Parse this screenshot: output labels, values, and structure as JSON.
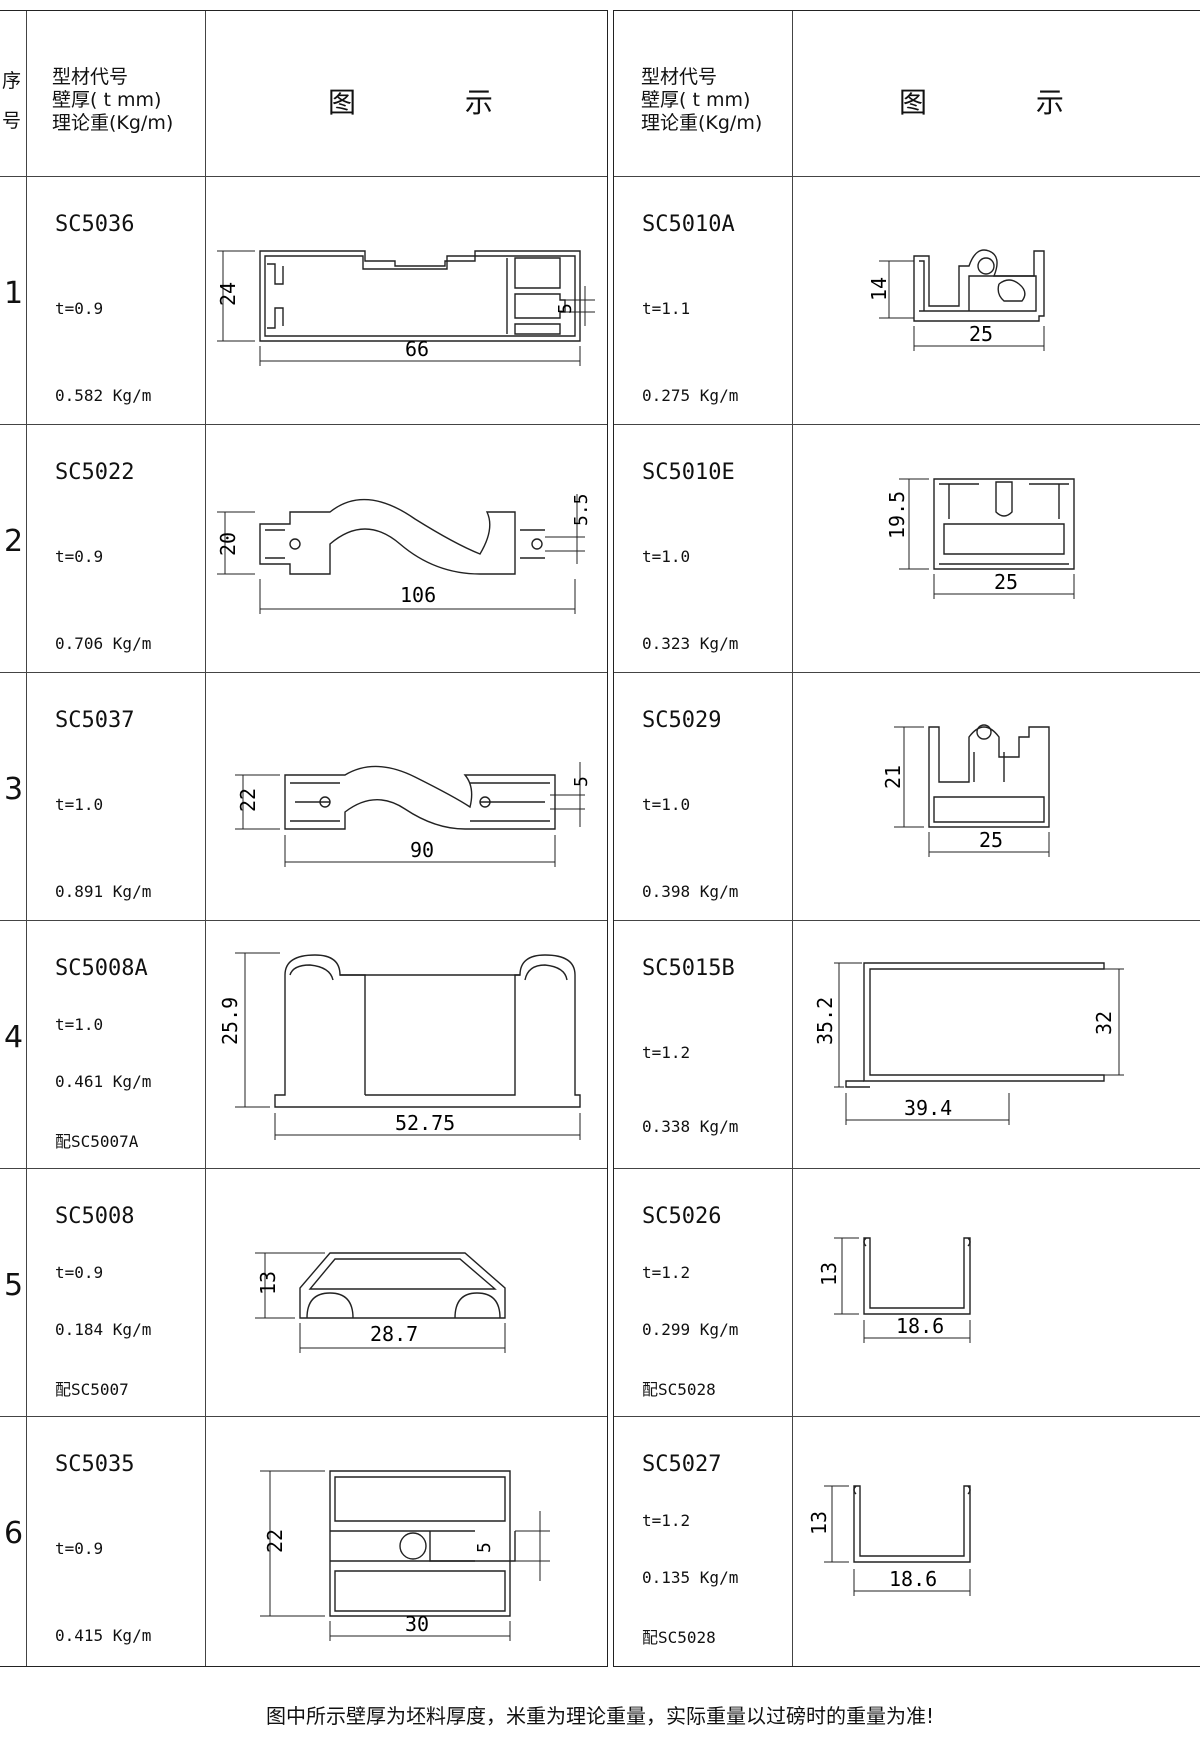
{
  "header": {
    "index_col": [
      "序",
      "号"
    ],
    "spec_col_lines": [
      "型材代号",
      "壁厚( t mm)",
      "理论重(Kg/m)"
    ],
    "figure_col": "图 示"
  },
  "rows": [
    {
      "index": "1",
      "left": {
        "code": "SC5036",
        "thickness": "t=0.9",
        "weight": "0.582 Kg/m",
        "pair": "",
        "dims": [
          "24",
          "5",
          "66"
        ]
      },
      "right": {
        "code": "SC5010A",
        "thickness": "t=1.1",
        "weight": "0.275 Kg/m",
        "pair": "",
        "dims": [
          "14",
          "25"
        ]
      }
    },
    {
      "index": "2",
      "left": {
        "code": "SC5022",
        "thickness": "t=0.9",
        "weight": "0.706 Kg/m",
        "pair": "",
        "dims": [
          "20",
          "5.5",
          "106"
        ]
      },
      "right": {
        "code": "SC5010E",
        "thickness": "t=1.0",
        "weight": "0.323 Kg/m",
        "pair": "",
        "dims": [
          "19.5",
          "25"
        ]
      }
    },
    {
      "index": "3",
      "left": {
        "code": "SC5037",
        "thickness": "t=1.0",
        "weight": "0.891 Kg/m",
        "pair": "",
        "dims": [
          "22",
          "5",
          "90"
        ]
      },
      "right": {
        "code": "SC5029",
        "thickness": "t=1.0",
        "weight": "0.398 Kg/m",
        "pair": "",
        "dims": [
          "21",
          "25"
        ]
      }
    },
    {
      "index": "4",
      "left": {
        "code": "SC5008A",
        "thickness": "t=1.0",
        "weight": "0.461 Kg/m",
        "pair": "配SC5007A",
        "dims": [
          "25.9",
          "52.75"
        ]
      },
      "right": {
        "code": "SC5015B",
        "thickness": "t=1.2",
        "weight": "0.338 Kg/m",
        "pair": "",
        "dims": [
          "35.2",
          "32",
          "39.4"
        ]
      }
    },
    {
      "index": "5",
      "left": {
        "code": "SC5008",
        "thickness": "t=0.9",
        "weight": "0.184 Kg/m",
        "pair": "配SC5007",
        "dims": [
          "13",
          "28.7"
        ]
      },
      "right": {
        "code": "SC5026",
        "thickness": "t=1.2",
        "weight": "0.299 Kg/m",
        "pair": "配SC5028",
        "dims": [
          "13",
          "18.6"
        ]
      }
    },
    {
      "index": "6",
      "left": {
        "code": "SC5035",
        "thickness": "t=0.9",
        "weight": "0.415 Kg/m",
        "pair": "",
        "dims": [
          "22",
          "5",
          "30"
        ]
      },
      "right": {
        "code": "SC5027",
        "thickness": "t=1.2",
        "weight": "0.135 Kg/m",
        "pair": "配SC5028",
        "dims": [
          "13",
          "18.6"
        ]
      }
    }
  ],
  "footer": "图中所示壁厚为坯料厚度，米重为理论重量，实际重量以过磅时的重量为准!"
}
